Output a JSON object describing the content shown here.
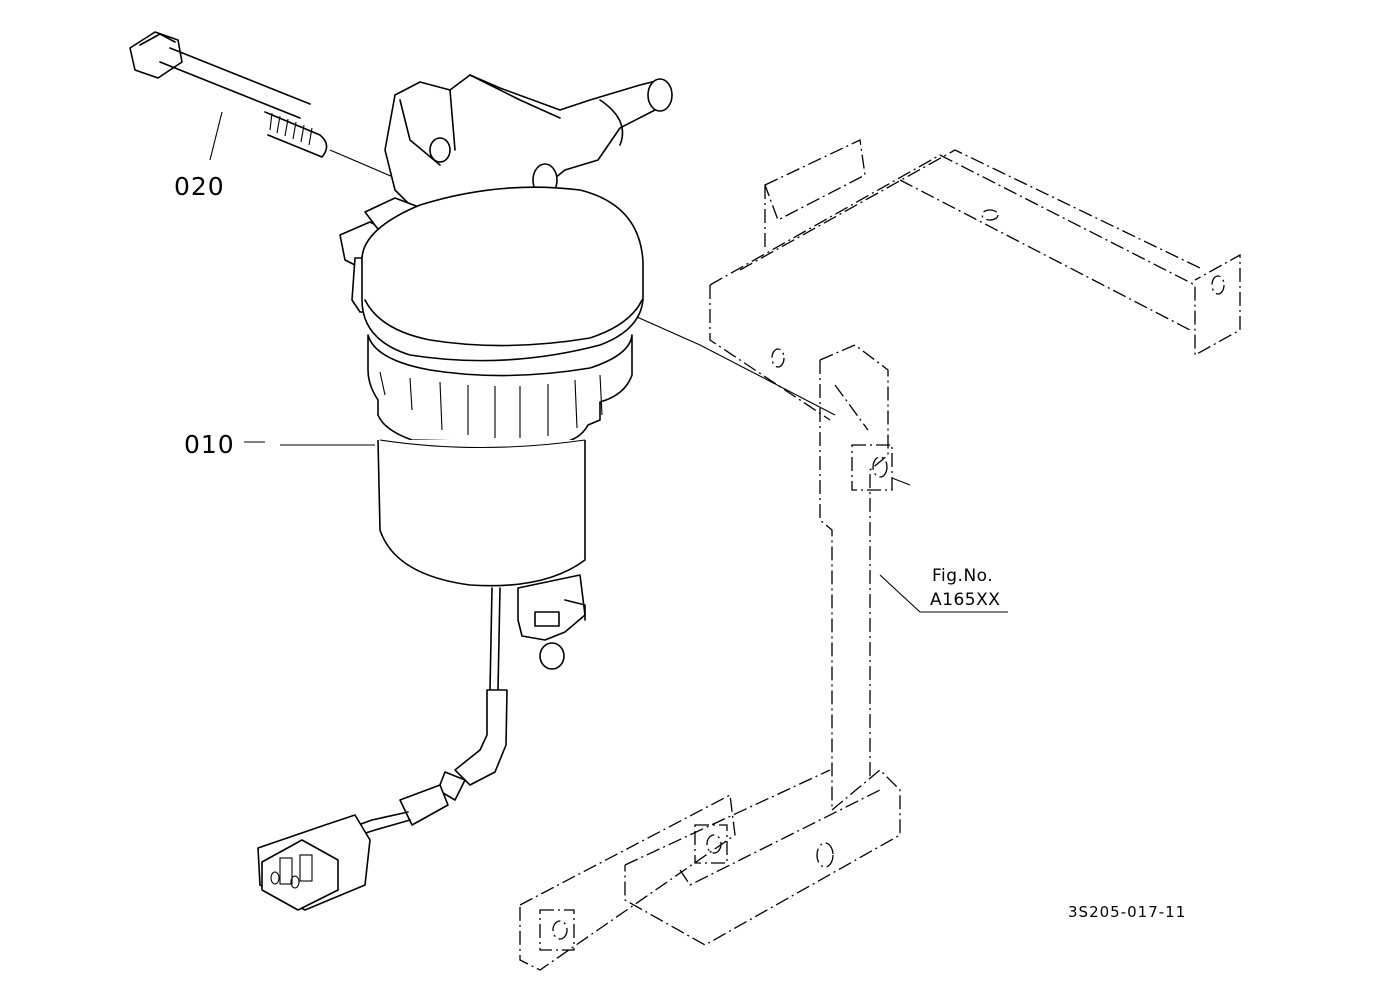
{
  "callouts": {
    "part_020": "020",
    "part_010": "010"
  },
  "reference": {
    "fig_line1": "Fig.No.",
    "fig_line2": "A165XX"
  },
  "drawing_code": "3S205-017-11"
}
